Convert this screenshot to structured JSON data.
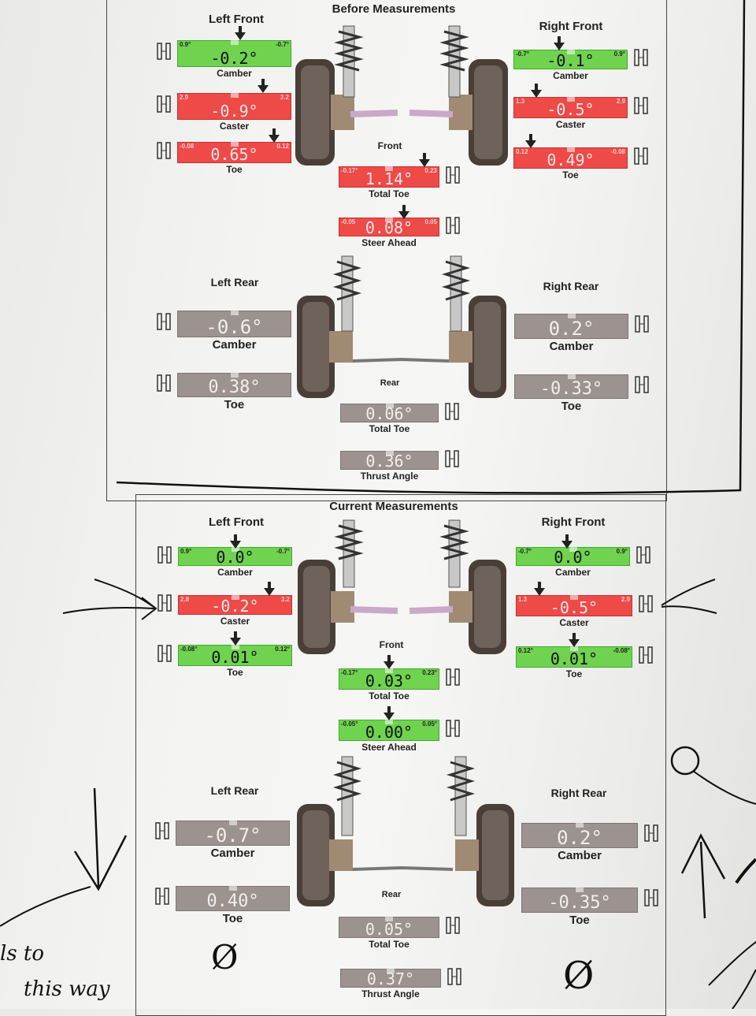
{
  "before": {
    "title": "Before Measurements",
    "front_label": "Front",
    "rear_label": "Rear",
    "left_front": {
      "label": "Left Front",
      "camber": {
        "value": "-0.2°",
        "caption": "Camber",
        "tol_left": "0.9°",
        "tol_right": "-0.7°",
        "status": "green"
      },
      "caster": {
        "value": "-0.9°",
        "caption": "Caster",
        "tol_left": "2.9",
        "tol_right": "3.2",
        "status": "red"
      },
      "toe": {
        "value": "0.65°",
        "caption": "Toe",
        "tol_left": "-0.08",
        "tol_right": "0.12",
        "status": "red"
      }
    },
    "right_front": {
      "label": "Right Front",
      "camber": {
        "value": "-0.1°",
        "caption": "Camber",
        "tol_left": "-0.7°",
        "tol_right": "0.9°",
        "status": "green"
      },
      "caster": {
        "value": "-0.5°",
        "caption": "Caster",
        "tol_left": "1.3",
        "tol_right": "2.9",
        "status": "red"
      },
      "toe": {
        "value": "0.49°",
        "caption": "Toe",
        "tol_left": "0.12",
        "tol_right": "-0.08",
        "status": "red"
      }
    },
    "total_toe": {
      "value": "1.14°",
      "caption": "Total Toe",
      "tol_left": "-0.17°",
      "tol_right": "0.23",
      "status": "red"
    },
    "steer_ahead": {
      "value": "0.08°",
      "caption": "Steer Ahead",
      "tol_left": "-0.05",
      "tol_right": "0.05",
      "status": "red"
    },
    "left_rear": {
      "label": "Left Rear",
      "camber": {
        "value": "-0.6°",
        "caption": "Camber",
        "status": "gray"
      },
      "toe": {
        "value": "0.38°",
        "caption": "Toe",
        "status": "gray"
      }
    },
    "right_rear": {
      "label": "Right Rear",
      "camber": {
        "value": "0.2°",
        "caption": "Camber",
        "status": "gray"
      },
      "toe": {
        "value": "-0.33°",
        "caption": "Toe",
        "status": "gray"
      }
    },
    "rear_total_toe": {
      "value": "0.06°",
      "caption": "Total Toe",
      "status": "gray"
    },
    "thrust_angle": {
      "value": "0.36°",
      "caption": "Thrust Angle",
      "status": "gray"
    }
  },
  "current": {
    "title": "Current Measurements",
    "front_label": "Front",
    "rear_label": "Rear",
    "left_front": {
      "label": "Left Front",
      "camber": {
        "value": "0.0°",
        "caption": "Camber",
        "tol_left": "0.9°",
        "tol_right": "-0.7°",
        "status": "green"
      },
      "caster": {
        "value": "-0.2°",
        "caption": "Caster",
        "tol_left": "2.8",
        "tol_right": "3.2",
        "status": "red"
      },
      "toe": {
        "value": "0.01°",
        "caption": "Toe",
        "tol_left": "-0.08°",
        "tol_right": "0.12°",
        "status": "green"
      }
    },
    "right_front": {
      "label": "Right Front",
      "camber": {
        "value": "0.0°",
        "caption": "Camber",
        "tol_left": "-0.7°",
        "tol_right": "0.9°",
        "status": "green"
      },
      "caster": {
        "value": "-0.5°",
        "caption": "Caster",
        "tol_left": "1.3",
        "tol_right": "2.9",
        "status": "red"
      },
      "toe": {
        "value": "0.01°",
        "caption": "Toe",
        "tol_left": "0.12°",
        "tol_right": "-0.08°",
        "status": "green"
      }
    },
    "total_toe": {
      "value": "0.03°",
      "caption": "Total Toe",
      "tol_left": "-0.17°",
      "tol_right": "0.23°",
      "status": "green"
    },
    "steer_ahead": {
      "value": "0.00°",
      "caption": "Steer Ahead",
      "tol_left": "-0.05°",
      "tol_right": "0.05°",
      "status": "green"
    },
    "left_rear": {
      "label": "Left Rear",
      "camber": {
        "value": "-0.7°",
        "caption": "Camber",
        "status": "gray"
      },
      "toe": {
        "value": "0.40°",
        "caption": "Toe",
        "status": "gray"
      }
    },
    "right_rear": {
      "label": "Right Rear",
      "camber": {
        "value": "0.2°",
        "caption": "Camber",
        "status": "gray"
      },
      "toe": {
        "value": "-0.35°",
        "caption": "Toe",
        "status": "gray"
      }
    },
    "rear_total_toe": {
      "value": "0.05°",
      "caption": "Total Toe",
      "status": "gray"
    },
    "thrust_angle": {
      "value": "0.37°",
      "caption": "Thrust Angle",
      "status": "gray"
    }
  },
  "handwriting": {
    "note_line1": "ls to",
    "note_line2": "this way",
    "zero_left": "Ø",
    "zero_right": "Ø"
  },
  "colors": {
    "green": "#6fd34f",
    "red": "#ee4a48",
    "gray": "#9c928f"
  }
}
